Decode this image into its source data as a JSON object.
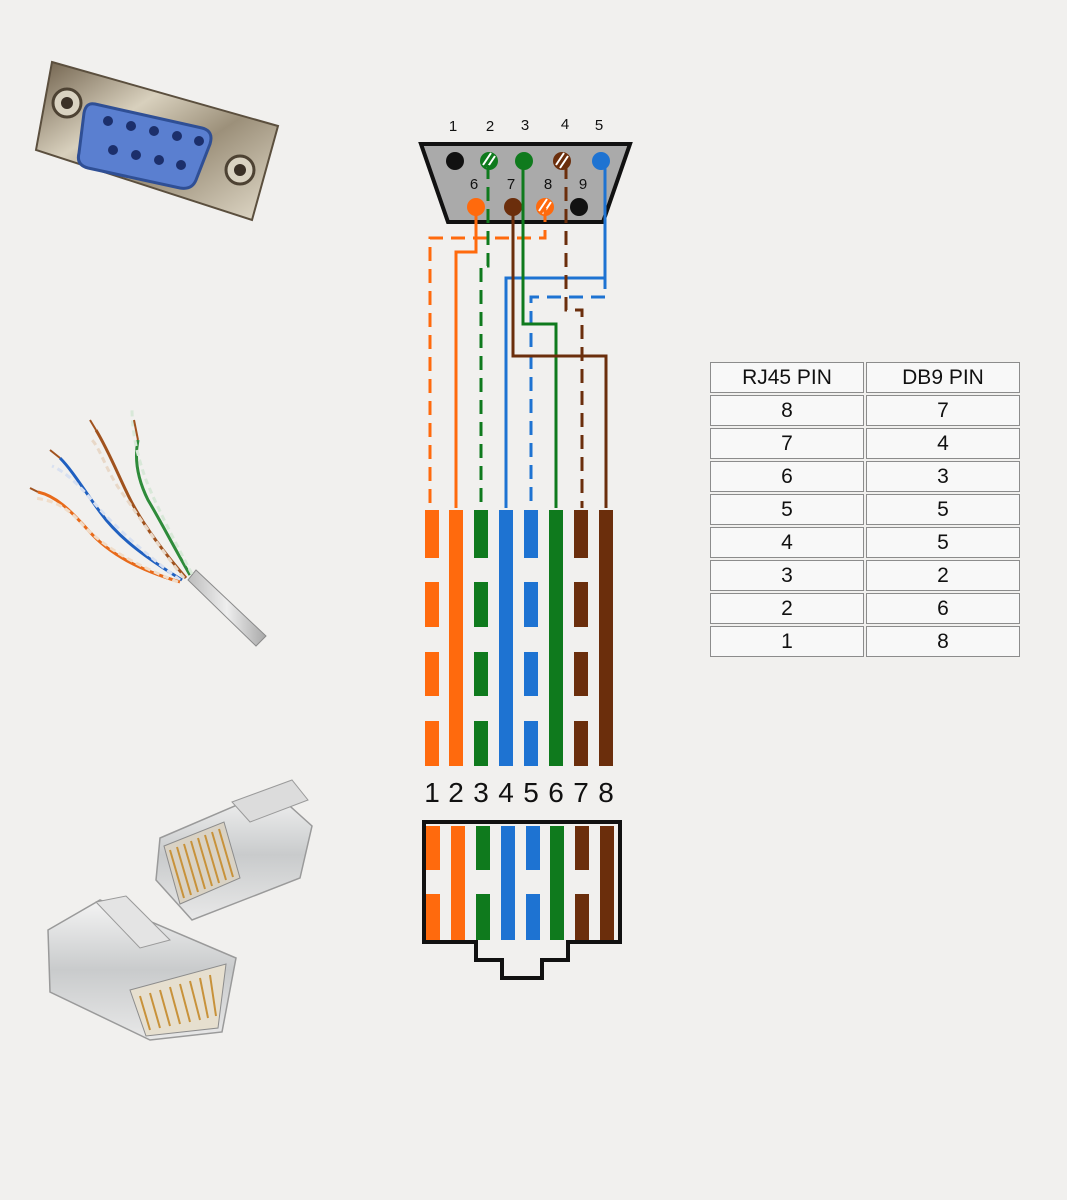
{
  "colors": {
    "orange": "#ff6a0d",
    "green": "#0f7a1d",
    "blue": "#1e73d2",
    "brown": "#6b2e0c",
    "black": "#111111",
    "connector": "#aaaaaa"
  },
  "db9": {
    "pin_labels": [
      "1",
      "2",
      "3",
      "4",
      "5",
      "6",
      "7",
      "8",
      "9"
    ],
    "pin_colors": [
      "black",
      "green-white",
      "green",
      "brown-white",
      "blue",
      "orange",
      "brown",
      "orange-white",
      "black"
    ]
  },
  "rj45": {
    "pin_labels": [
      "1",
      "2",
      "3",
      "4",
      "5",
      "6",
      "7",
      "8"
    ],
    "wire_colors": [
      "orange-white",
      "orange",
      "green-white",
      "blue",
      "blue-white",
      "green",
      "brown-white",
      "brown"
    ]
  },
  "wiring_table": {
    "headers": [
      "RJ45 PIN",
      "DB9 PIN"
    ],
    "rows": [
      [
        "8",
        "7"
      ],
      [
        "7",
        "4"
      ],
      [
        "6",
        "3"
      ],
      [
        "5",
        "5"
      ],
      [
        "4",
        "5"
      ],
      [
        "3",
        "2"
      ],
      [
        "2",
        "6"
      ],
      [
        "1",
        "8"
      ]
    ]
  },
  "photos": [
    "db9-female-connector",
    "twisted-pair-cable",
    "rj45-plugs"
  ]
}
